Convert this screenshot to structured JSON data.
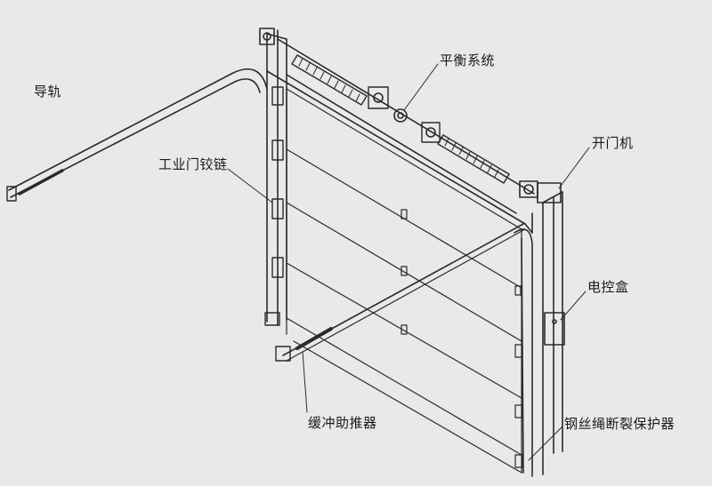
{
  "labels": {
    "guide_rail": "导轨",
    "balance_system": "平衡系统",
    "door_opener": "开门机",
    "industrial_hinge": "工业门铰链",
    "control_box": "电控盒",
    "buffer_booster": "缓冲助推器",
    "wire_rope_protector": "钢丝绳断裂保护器"
  },
  "colors": {
    "background": "#e9e9e9",
    "line": "#2a2a2a",
    "text": "#1a1a1a"
  }
}
